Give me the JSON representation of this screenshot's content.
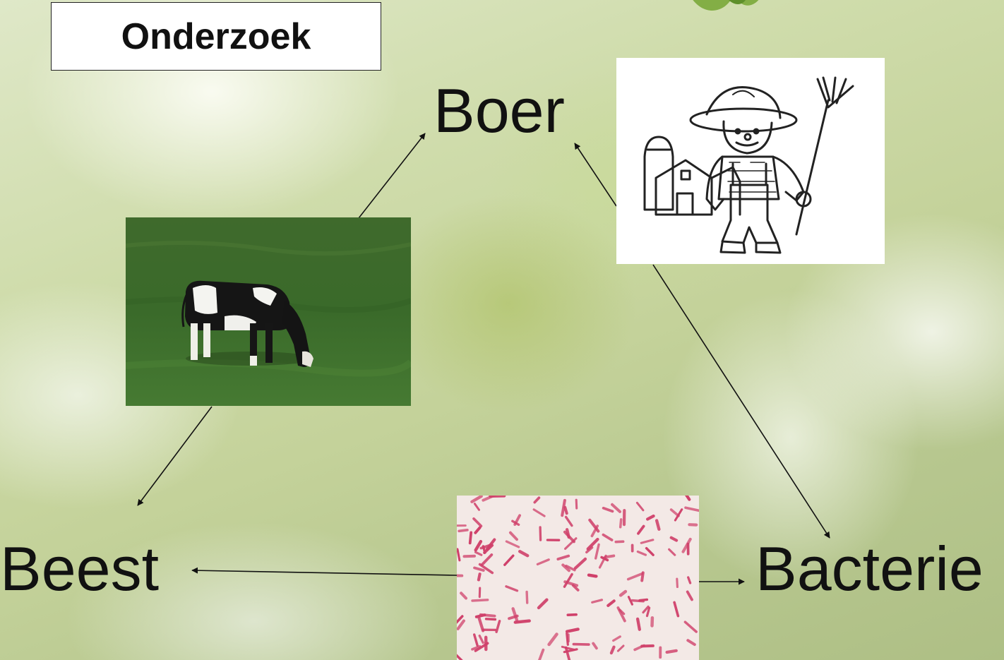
{
  "slide": {
    "title": "Onderzoek"
  },
  "nodes": {
    "boer": "Boer",
    "beest": "Beest",
    "bacterie": "Bacterie"
  },
  "images": {
    "cow": "cow-grazing-photo",
    "farmer": "farmer-drawing",
    "bacteria": "bacteria-micrograph"
  },
  "colors": {
    "text": "#111111",
    "background": "#c8d6a2",
    "bacteria_stain": "#d0406a"
  }
}
